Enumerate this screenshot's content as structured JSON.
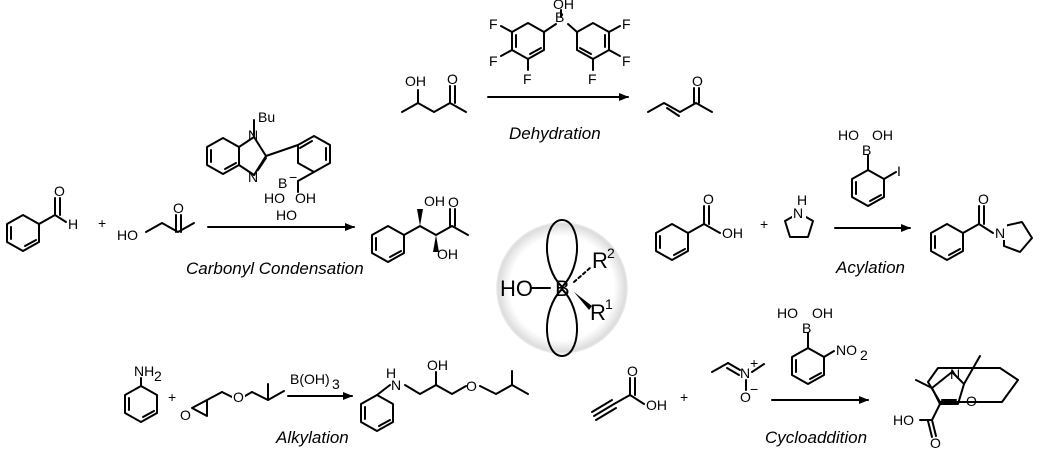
{
  "labels": {
    "oh": "OH",
    "ho": "HO",
    "o": "O",
    "h": "H",
    "b": "B",
    "f": "F",
    "n": "N",
    "i": "I",
    "bu": "Bu",
    "nh2": "NH",
    "nh2_sub": "2",
    "no2": "NO",
    "no2_sub": "2",
    "nplus": "N",
    "plus_sup": "+",
    "ominus": "O",
    "minus_sup": "−",
    "bminus_sup": "−",
    "nh_link": "N",
    "h_small": "H",
    "plus": "+",
    "boh3": "B(OH)",
    "boh3_sub": "3"
  },
  "captions": {
    "dehydration": "Dehydration",
    "carbonyl": "Carbonyl Condensation",
    "acylation": "Acylation",
    "alkylation": "Alkylation",
    "cycloaddition": "Cycloaddition"
  },
  "center": {
    "ho": "HO",
    "b": "B",
    "r2": "R",
    "r2_sup": "2",
    "r1": "R",
    "r1_sup": "1"
  }
}
